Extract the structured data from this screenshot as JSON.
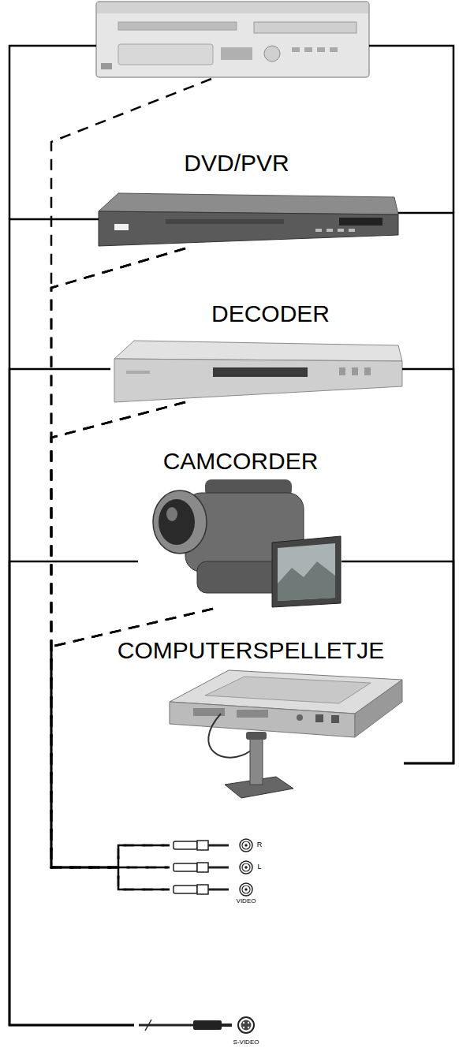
{
  "diagram": {
    "nodes": [
      {
        "text": [
          "DVD/PVR"
        ]
      },
      {
        "text": [
          "DECODER"
        ]
      },
      {
        "text": [
          "CAMCORDER"
        ]
      },
      {
        "text": [
          "COMPUTERSPELLETJE"
        ]
      },
      {
        "text": [
          "R"
        ]
      },
      {
        "text": [
          "L"
        ]
      },
      {
        "text": [
          "VIDEO"
        ]
      },
      {
        "text": [
          "S-VIDEO"
        ]
      }
    ],
    "edges": [
      {
        "from": 0,
        "to": 4,
        "arrow": "none"
      },
      {
        "from": 0,
        "to": 5,
        "arrow": "none"
      },
      {
        "from": 0,
        "to": 6,
        "arrow": "none"
      },
      {
        "from": 1,
        "to": 4,
        "arrow": "none"
      },
      {
        "from": 1,
        "to": 5,
        "arrow": "none"
      },
      {
        "from": 1,
        "to": 6,
        "arrow": "none"
      },
      {
        "from": 2,
        "to": 4,
        "arrow": "none"
      },
      {
        "from": 2,
        "to": 5,
        "arrow": "none"
      },
      {
        "from": 2,
        "to": 6,
        "arrow": "none"
      },
      {
        "from": 0,
        "to": 7,
        "arrow": "none"
      },
      {
        "from": 1,
        "to": 7,
        "arrow": "none"
      },
      {
        "from": 2,
        "to": 7,
        "arrow": "none"
      },
      {
        "from": 0,
        "to": 3,
        "arrow": "none"
      },
      {
        "from": 1,
        "to": 3,
        "arrow": "none"
      },
      {
        "from": 2,
        "to": 3,
        "arrow": "none"
      }
    ]
  }
}
